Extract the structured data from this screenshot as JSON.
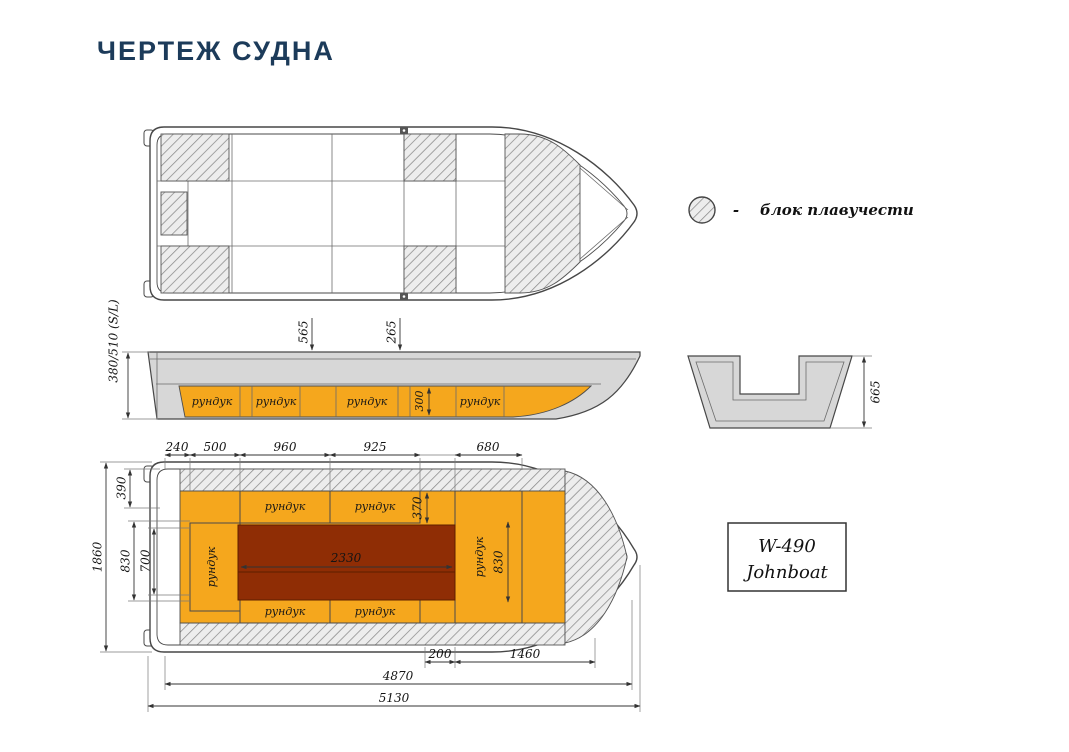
{
  "page": {
    "title": "ЧЕРТЕЖ СУДНА"
  },
  "legend": {
    "separator": "-",
    "label": "блок плавучести"
  },
  "model_box": {
    "line1": "W-490",
    "line2": "Johnboat"
  },
  "labels": {
    "locker": "рундук"
  },
  "dimensions": {
    "side_view": {
      "transom_shaft": "380/510 (S/L)",
      "vertical": [
        "565",
        "265"
      ],
      "locker_depth": "300"
    },
    "transom_view": {
      "height": "665"
    },
    "plan_view": {
      "top_row": [
        "240",
        "500",
        "960",
        "925",
        "680"
      ],
      "left_column": [
        "390",
        "1860",
        "830",
        "700"
      ],
      "locker_width": "370",
      "cockpit_length": "2330",
      "locker_length": "830",
      "bottom_row": [
        "200",
        "1460",
        "4870",
        "5130"
      ]
    }
  },
  "colors": {
    "orange": "#F5A71D",
    "maroon": "#8F2D05",
    "title": "#1C3B5A"
  }
}
